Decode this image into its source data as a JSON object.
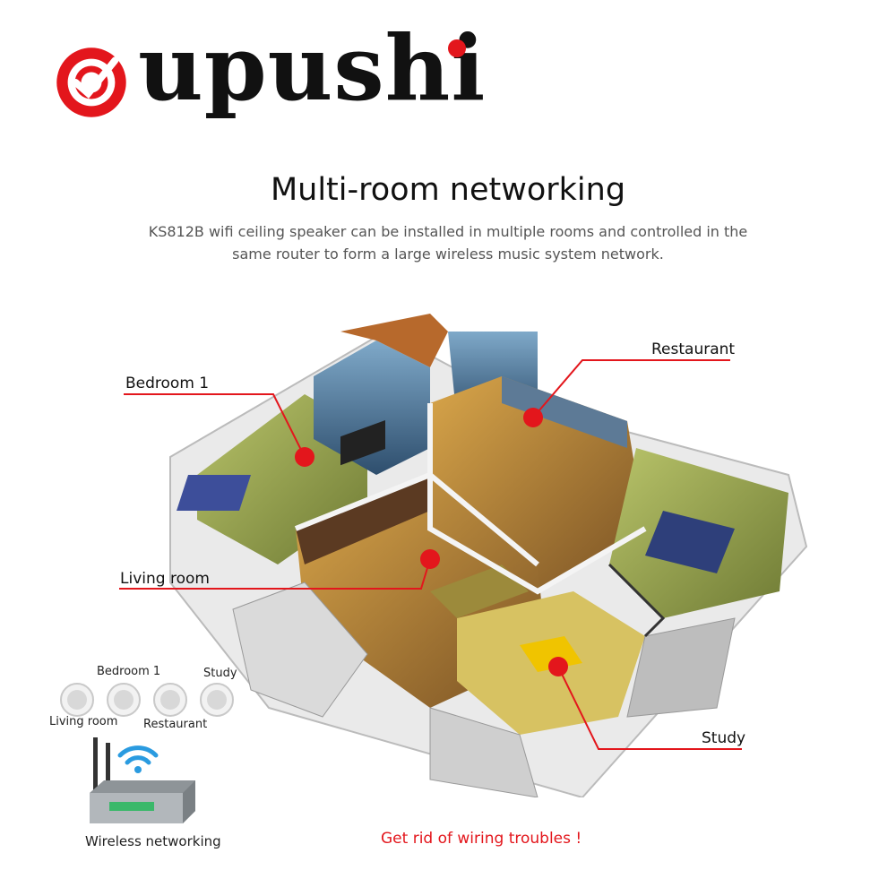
{
  "brand": {
    "name": "upushi",
    "accent": "#e3161c"
  },
  "heading": {
    "title": "Multi-room networking",
    "subtitle_line1": "KS812B wifi ceiling speaker can be installed in multiple rooms and controlled in the",
    "subtitle_line2": "same router to form a large wireless music system network."
  },
  "callouts": {
    "bedroom": "Bedroom 1",
    "restaurant": "Restaurant",
    "living": "Living room",
    "study": "Study"
  },
  "speaker_labels": {
    "bedroom": "Bedroom 1",
    "study": "Study",
    "living": "Living room",
    "restaurant": "Restaurant"
  },
  "router_caption": "Wireless networking",
  "footer_note": "Get rid of wiring troubles !"
}
